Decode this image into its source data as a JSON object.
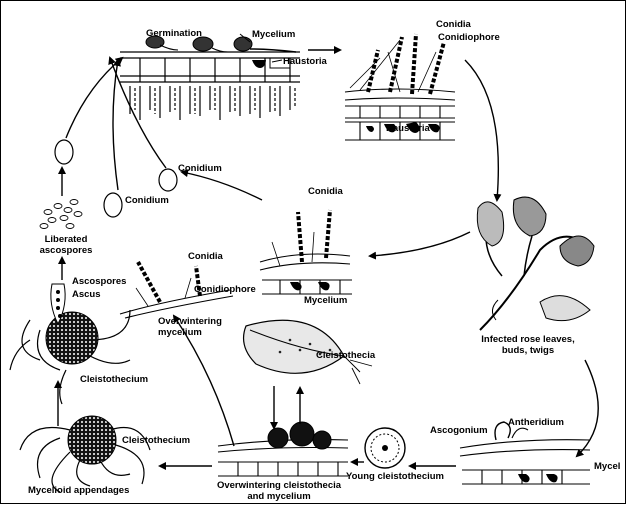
{
  "labels": {
    "germination": "Germination",
    "mycelium_top": "Mycelium",
    "haustoria_top": "Haustoria",
    "conidia_top": "Conidia",
    "conidiophore_top": "Conidiophore",
    "haustoria_right": "Haustoria",
    "conidium_mid": "Conidium",
    "conidium_left": "Conidium",
    "conidia_center": "Conidia",
    "mycelium_center": "Mycelium",
    "liberated_ascospores": "Liberated ascospores",
    "ascospores": "Ascospores",
    "ascus": "Ascus",
    "cleistothecium_left": "Cleistothecium",
    "conidia_left": "Conidia",
    "conidiophore_left": "Conidiophore",
    "overwintering_mycelium": "Overwintering mycelium",
    "cleistothecia": "Cleistothecia",
    "infected_rose": "Infected rose leaves, buds, twigs",
    "ascogonium": "Ascogonium",
    "antheridium": "Antheridium",
    "mycel": "Mycel",
    "young_cleistothecium": "Young cleistothecium",
    "overwintering_cleistothecia": "Overwintering cleistothecia and mycelium",
    "cleistothecium_bottom": "Cleistothecium",
    "mycelioid_appendages": "Mycelioid appendages"
  }
}
